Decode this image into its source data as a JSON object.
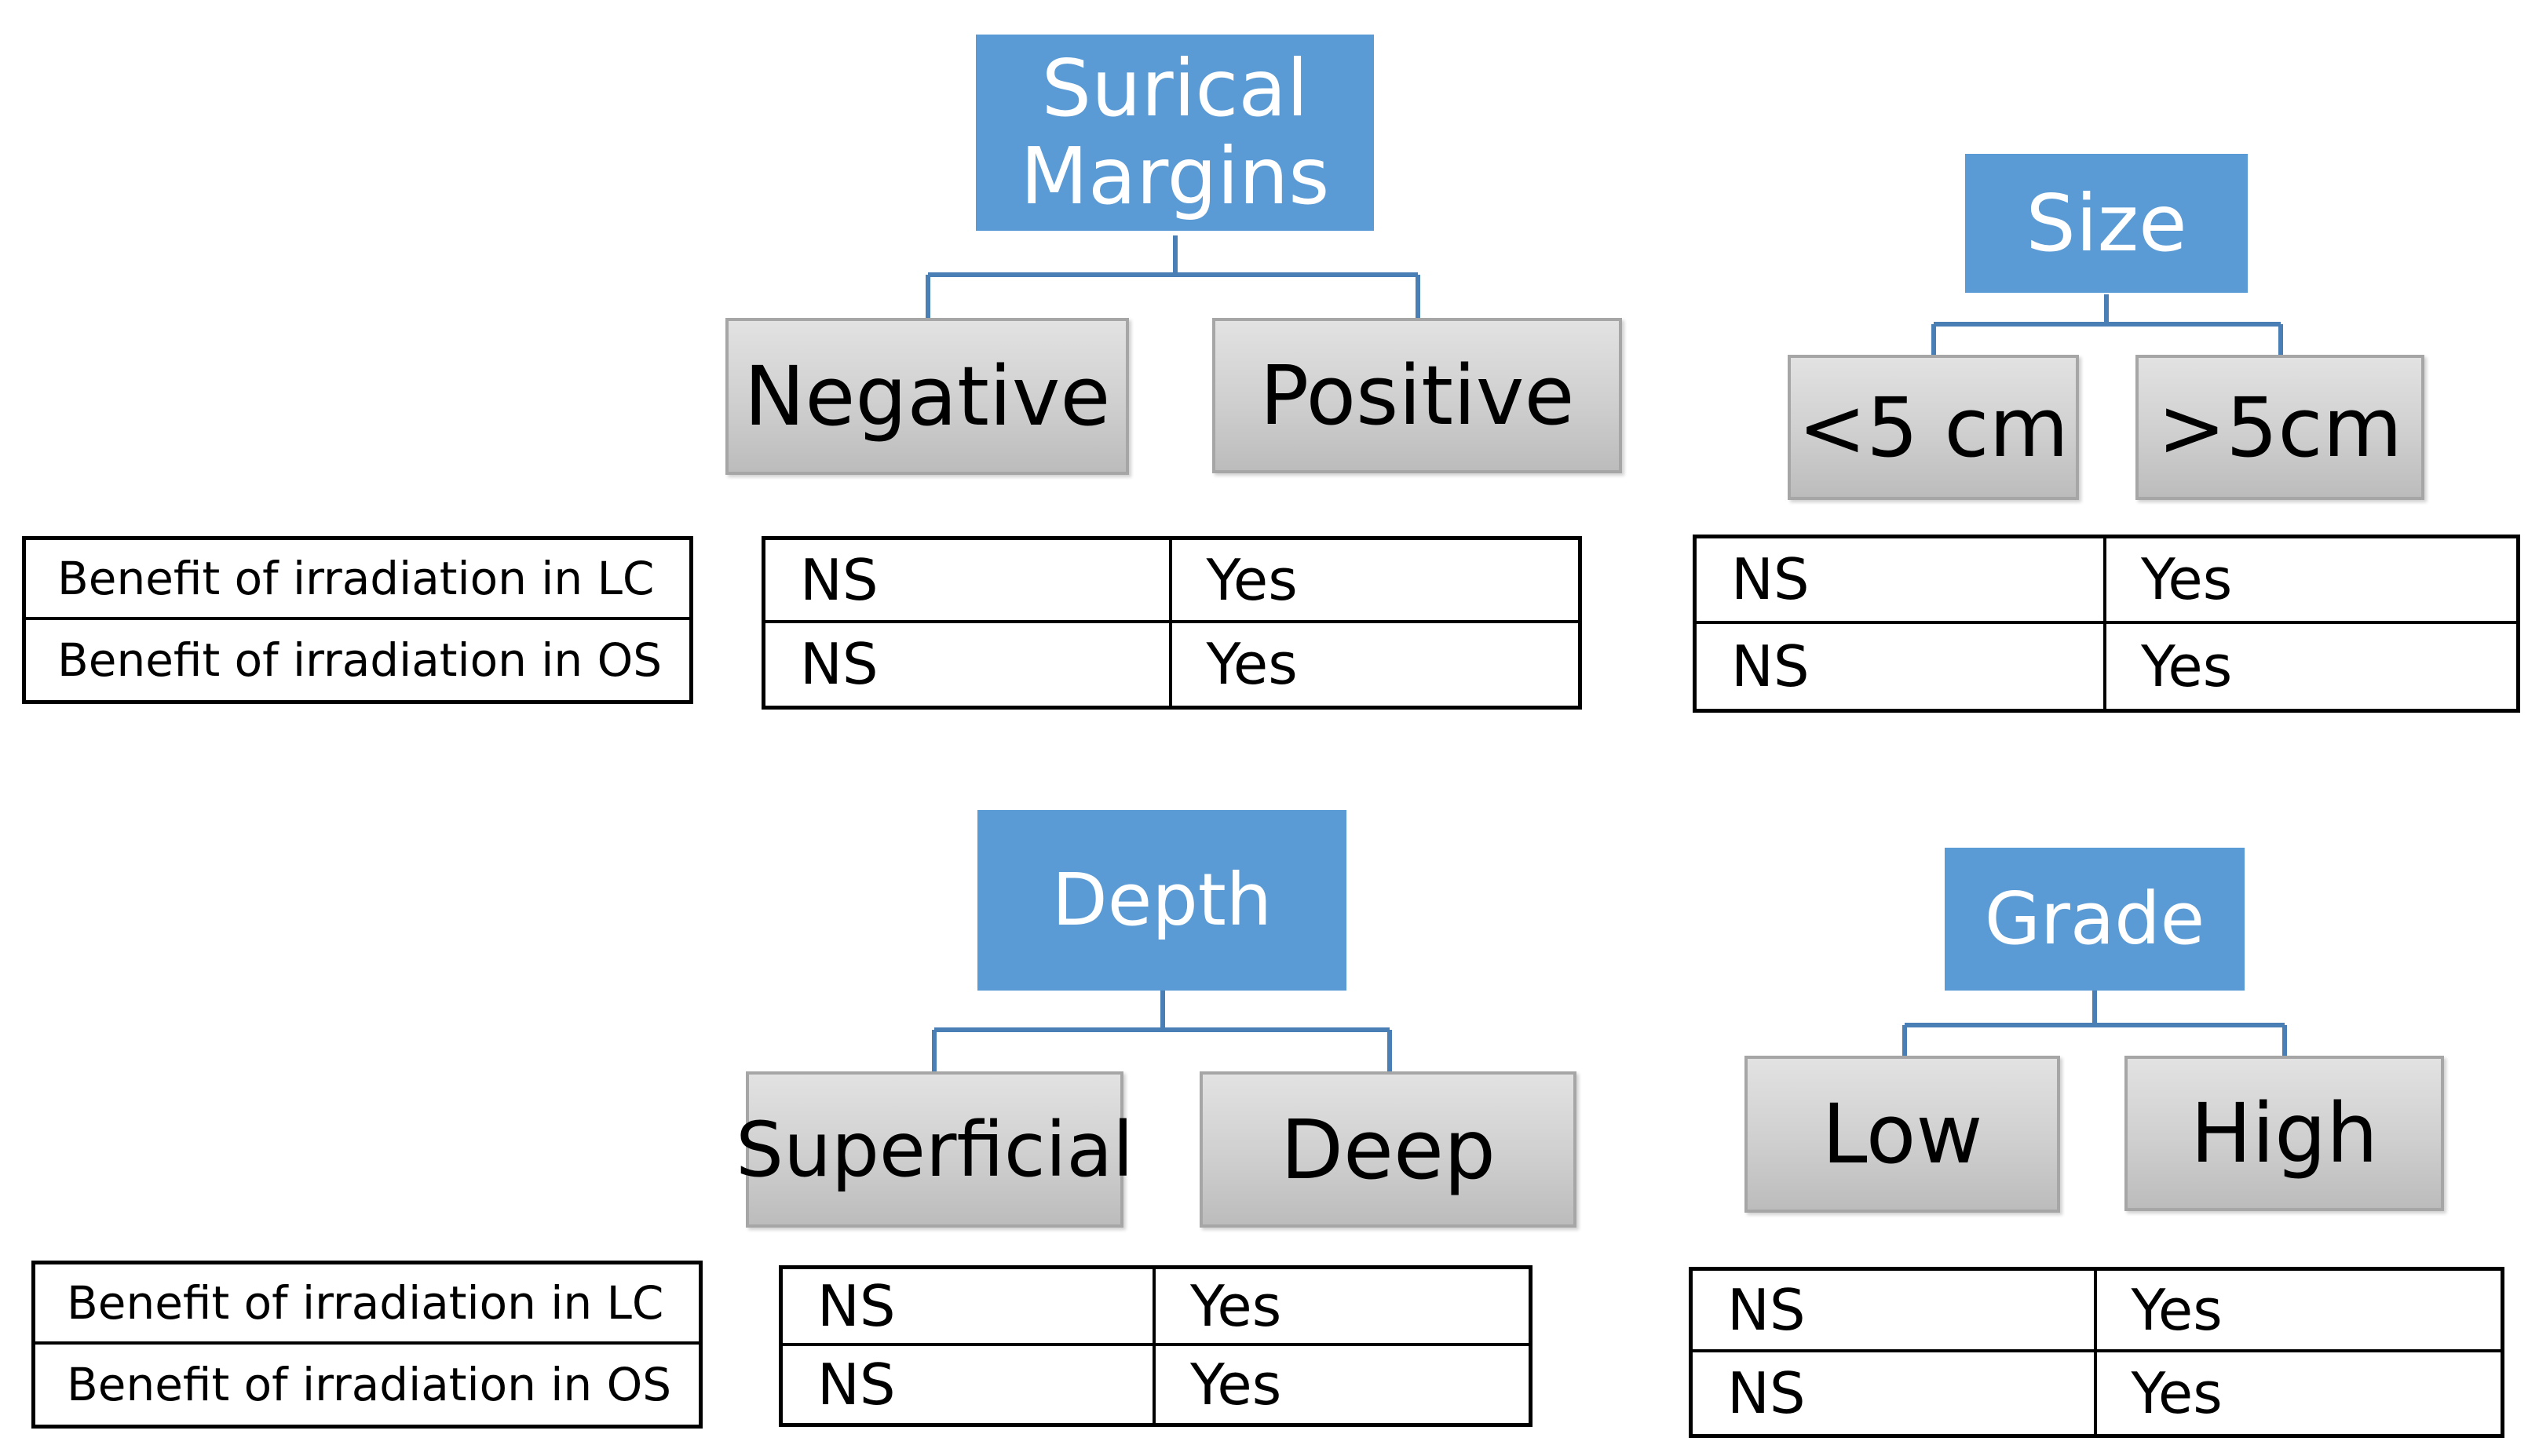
{
  "colors": {
    "root_fill": "#5b9bd5",
    "root_text": "#ffffff",
    "leaf_fill": "#d0d0d0",
    "leaf_border": "#a6a6a6",
    "connector": "#4a7fb5",
    "table_border": "#000000"
  },
  "row_labels": {
    "lc": "Benefit of irradiation in LC",
    "os": "Benefit of irradiation in OS"
  },
  "trees": {
    "margins": {
      "title_line1": "Surical",
      "title_line2": "Margins",
      "left": "Negative",
      "right": "Positive",
      "lc": [
        "NS",
        "Yes"
      ],
      "os": [
        "NS",
        "Yes"
      ]
    },
    "size": {
      "title": "Size",
      "left": "<5 cm",
      "right": ">5cm",
      "lc": [
        "NS",
        "Yes"
      ],
      "os": [
        "NS",
        "Yes"
      ]
    },
    "depth": {
      "title": "Depth",
      "left": "Superficial",
      "right": "Deep",
      "lc": [
        "NS",
        "Yes"
      ],
      "os": [
        "NS",
        "Yes"
      ]
    },
    "grade": {
      "title": "Grade",
      "left": "Low",
      "right": "High",
      "lc": [
        "NS",
        "Yes"
      ],
      "os": [
        "NS",
        "Yes"
      ]
    }
  }
}
